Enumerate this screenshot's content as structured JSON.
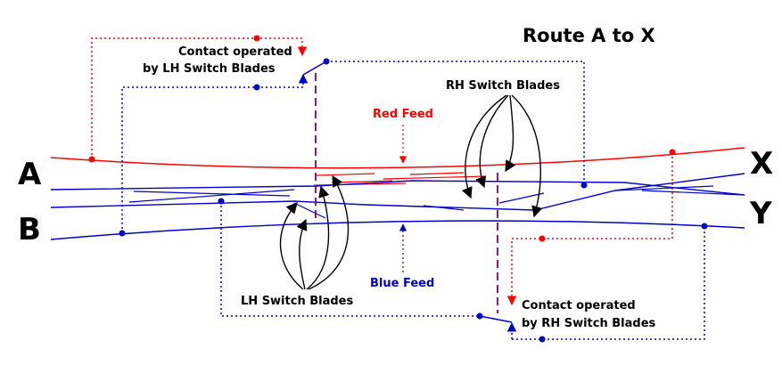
{
  "title": "Route A to X",
  "ports": {
    "a": "A",
    "b": "B",
    "x": "X",
    "y": "Y"
  },
  "labels": {
    "lh_contact_line1": "Contact operated",
    "lh_contact_line2": "by LH Switch Blades",
    "rh_contact_line1": "Contact operated",
    "rh_contact_line2": "by RH Switch Blades",
    "rh_blades": "RH Switch Blades",
    "lh_blades": "LH Switch Blades",
    "red_feed": "Red Feed",
    "blue_feed": "Blue Feed"
  },
  "colors": {
    "red": "#ff0000",
    "blue": "#0000cc",
    "purple": "#800080",
    "black": "#000000"
  }
}
